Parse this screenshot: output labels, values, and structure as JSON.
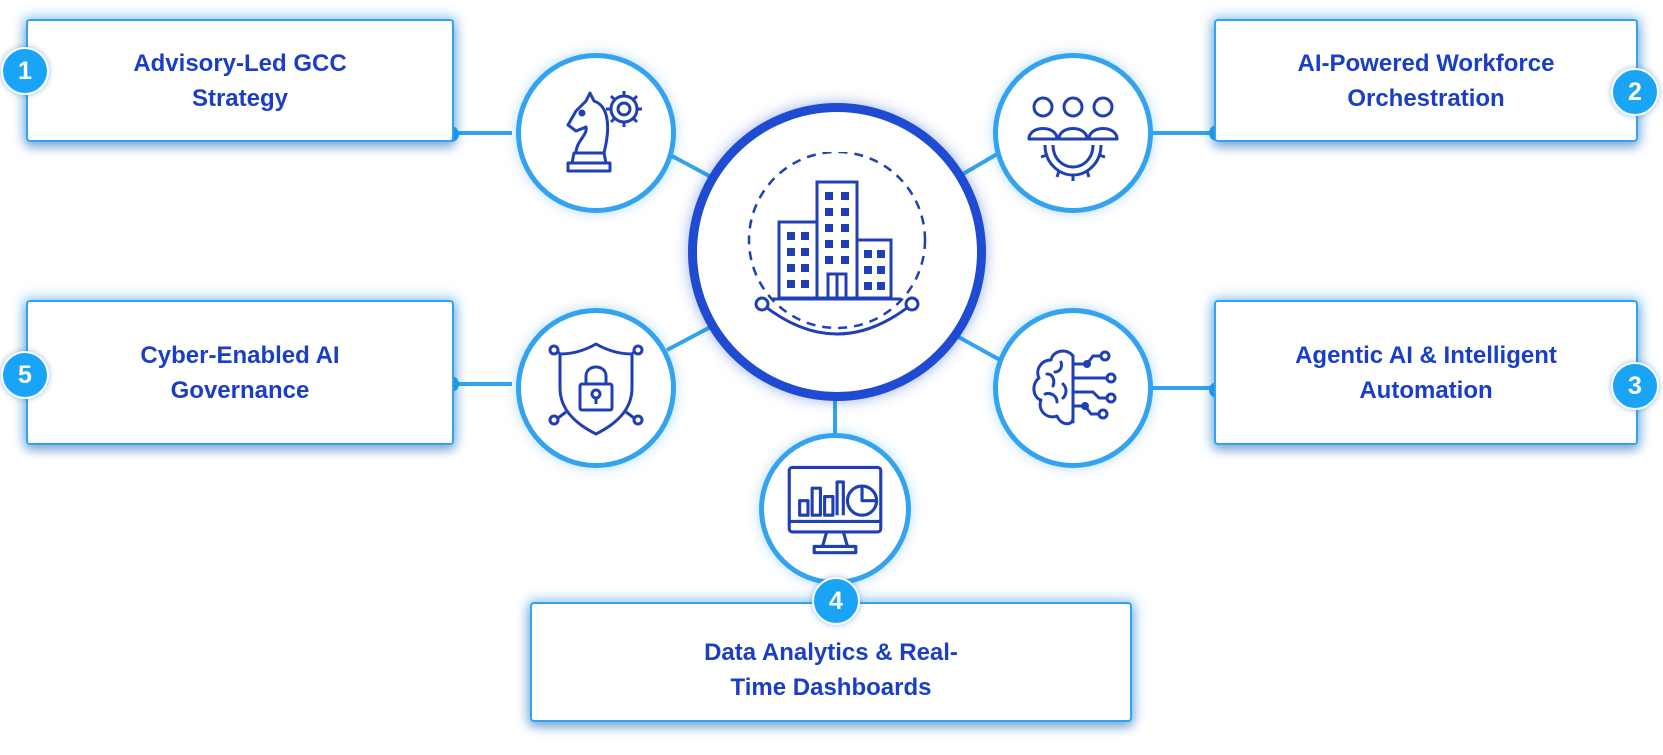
{
  "colors": {
    "accent": "#33a3f0",
    "badge": "#19a4f5",
    "hub": "#1f4ad2",
    "text": "#1a3fc6",
    "icon": "#1f40b5"
  },
  "hub": {
    "icon": "office-building-icon"
  },
  "nodes": [
    {
      "number": "1",
      "lines": [
        "Advisory-Led GCC",
        "Strategy"
      ],
      "icon": "chess-knight-gear-icon"
    },
    {
      "number": "2",
      "lines": [
        "AI-Powered Workforce",
        "Orchestration"
      ],
      "icon": "team-gear-icon"
    },
    {
      "number": "3",
      "lines": [
        "Agentic AI & Intelligent",
        "Automation"
      ],
      "icon": "brain-circuit-icon"
    },
    {
      "number": "4",
      "lines": [
        "Data Analytics & Real-",
        "Time Dashboards"
      ],
      "icon": "monitor-charts-icon"
    },
    {
      "number": "5",
      "lines": [
        "Cyber-Enabled AI",
        "Governance"
      ],
      "icon": "shield-lock-icon"
    }
  ]
}
